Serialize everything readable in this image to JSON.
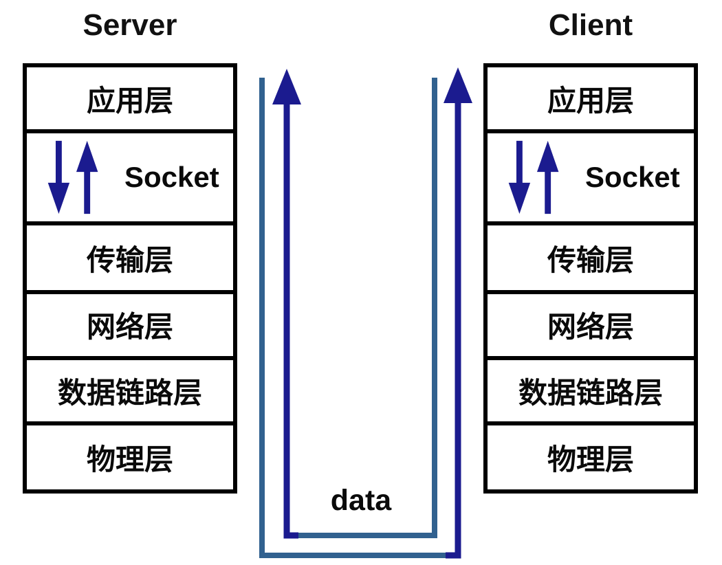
{
  "server": {
    "title": "Server",
    "layers": [
      {
        "label": "应用层"
      },
      {
        "label": "Socket"
      },
      {
        "label": "传输层"
      },
      {
        "label": "网络层"
      },
      {
        "label": "数据链路层"
      },
      {
        "label": "物理层"
      }
    ]
  },
  "client": {
    "title": "Client",
    "layers": [
      {
        "label": "应用层"
      },
      {
        "label": "Socket"
      },
      {
        "label": "传输层"
      },
      {
        "label": "网络层"
      },
      {
        "label": "数据链路层"
      },
      {
        "label": "物理层"
      }
    ]
  },
  "flow": {
    "label": "data"
  },
  "colors": {
    "steel_blue": "#31618F",
    "navy": "#1B1B8F",
    "border_black": "#000000"
  }
}
